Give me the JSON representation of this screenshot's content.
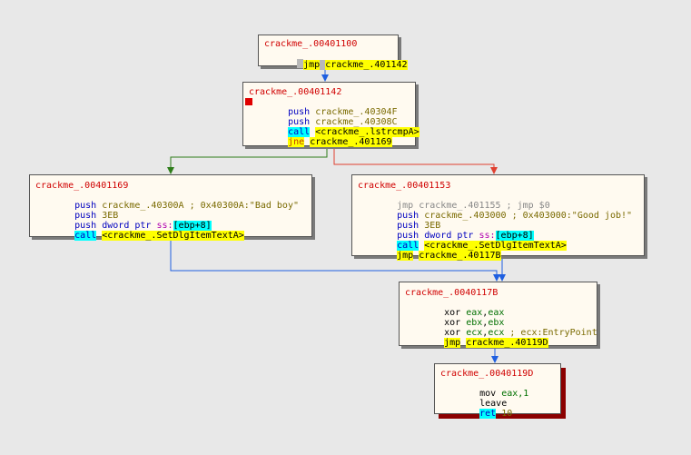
{
  "blocks": {
    "b1": {
      "title": "crackme_.00401100",
      "l1": {
        "mn": "jmp",
        "op": "crackme_.401142"
      }
    },
    "b2": {
      "title": "crackme_.00401142",
      "l1": {
        "mn": "push",
        "op": "crackme_.40304F"
      },
      "l2": {
        "mn": "push",
        "op": "crackme_.40308C"
      },
      "l3": {
        "mn": "call",
        "op": "<crackme_.lstrcmpA>"
      },
      "l4": {
        "mn": "jne",
        "op": "crackme_.401169"
      }
    },
    "b3": {
      "title": "crackme_.00401169",
      "l1": {
        "mn": "push",
        "op": "crackme_.40300A",
        "cmt": " ; 0x40300A:\"Bad boy\""
      },
      "l2": {
        "mn": "push",
        "op": "3EB"
      },
      "l3": {
        "mn": "push",
        "op": "dword ptr ",
        "seg": "ss:",
        "mem": "[ebp+8]"
      },
      "l4": {
        "mn": "call",
        "op": "<crackme_.SetDlgItemTextA>"
      }
    },
    "b4": {
      "title": "crackme_.00401153",
      "l1": {
        "mn": "jmp",
        "op": "crackme_.401155",
        "cmt": " ; jmp $0"
      },
      "l2": {
        "mn": "push",
        "op": "crackme_.403000",
        "cmt": " ; 0x403000:\"Good job!\""
      },
      "l3": {
        "mn": "push",
        "op": "3EB"
      },
      "l4": {
        "mn": "push",
        "op": "dword ptr ",
        "seg": "ss:",
        "mem": "[ebp+8]"
      },
      "l5": {
        "mn": "call",
        "op": "<crackme_.SetDlgItemTextA>"
      },
      "l6": {
        "mn": "jmp",
        "op": "crackme_.40117B"
      }
    },
    "b5": {
      "title": "crackme_.0040117B",
      "l1": {
        "mn": "xor",
        "r1": "eax",
        "sep": ",",
        "r2": "eax"
      },
      "l2": {
        "mn": "xor",
        "r1": "ebx",
        "sep": ",",
        "r2": "ebx"
      },
      "l3": {
        "mn": "xor",
        "r1": "ecx",
        "sep": ",",
        "r2": "ecx",
        "cmt": " ; ecx:EntryPoint"
      },
      "l4": {
        "mn": "jmp",
        "op": "crackme_.40119D"
      }
    },
    "b6": {
      "title": "crackme_.0040119D",
      "l1": {
        "mn": "mov",
        "op": "eax,1"
      },
      "l2": {
        "mn": "leave"
      },
      "l3": {
        "mn": "ret",
        "op": "10"
      }
    }
  },
  "colors": {
    "edge_unconditional": "#1f5fe0",
    "edge_true": "#2e7d1a",
    "edge_false": "#e04030",
    "background": "#e8e8e8"
  }
}
